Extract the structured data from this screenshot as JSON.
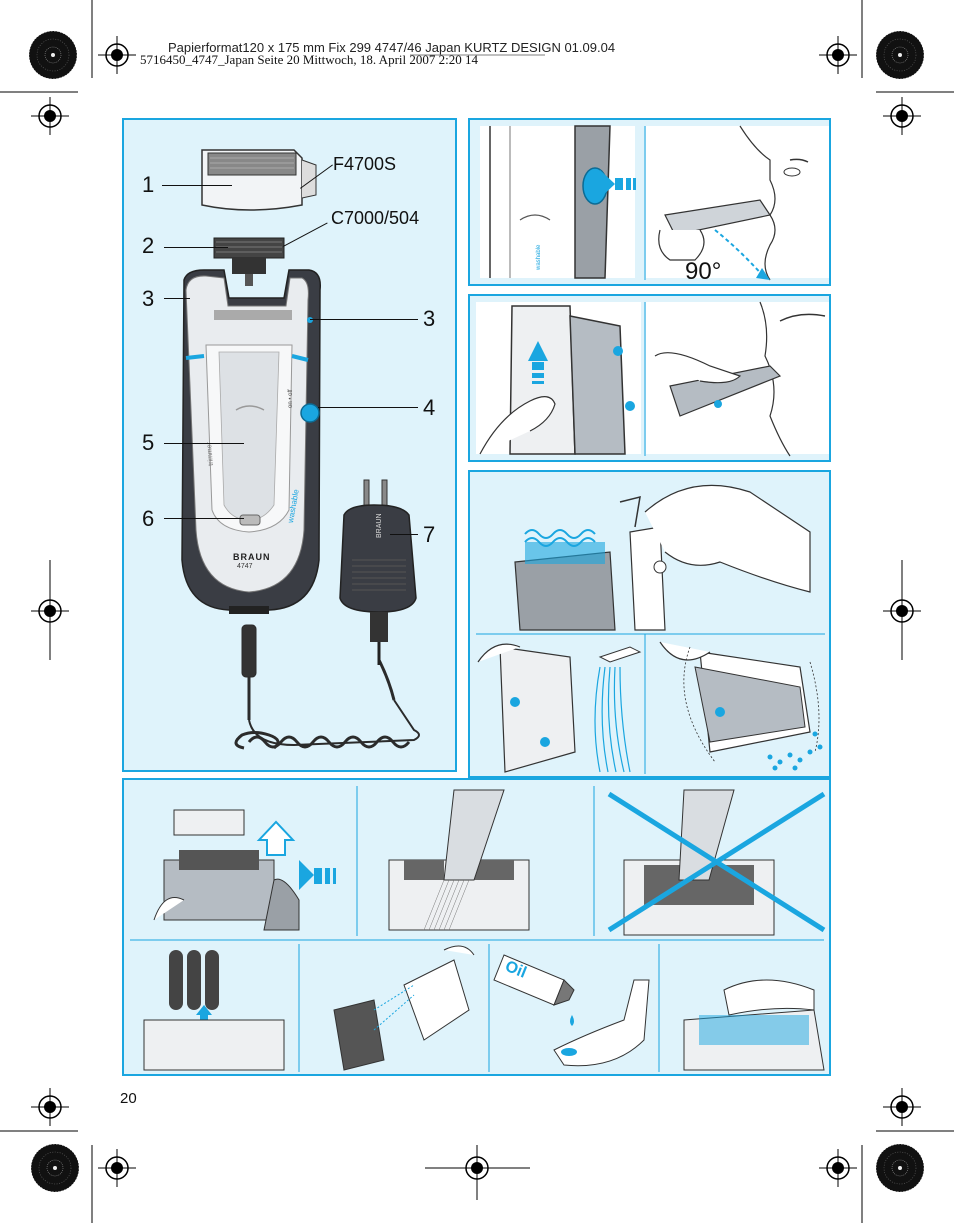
{
  "header": {
    "printer_line": "Papierformat120 x 175 mm        Fix 299 4747/46 Japan   KURTZ DESIGN  01.09.04",
    "slug_line": "5716450_4747_Japan  Seite 20  Mittwoch, 18. April 2007  2:20 14"
  },
  "parts": {
    "foil_model": "F4700S",
    "cutter_model": "C7000/504",
    "n1": "1",
    "n2": "2",
    "n3a": "3",
    "n3b": "3",
    "n4": "4",
    "n5": "5",
    "n6": "6",
    "n7": "7"
  },
  "shaver": {
    "brand": "BRAUN",
    "model": "4747",
    "switch": "on • off",
    "washable": "washable",
    "trimmer": "trimmer",
    "plug_brand": "BRAUN"
  },
  "figures": {
    "angle": "90°",
    "oil_label": "Oil"
  },
  "page_number": "20",
  "colors": {
    "accent": "#1aa6e0",
    "panel_bg": "#dff3fb",
    "shaver_dark": "#3a3d44",
    "shaver_light": "#e9ecef"
  }
}
